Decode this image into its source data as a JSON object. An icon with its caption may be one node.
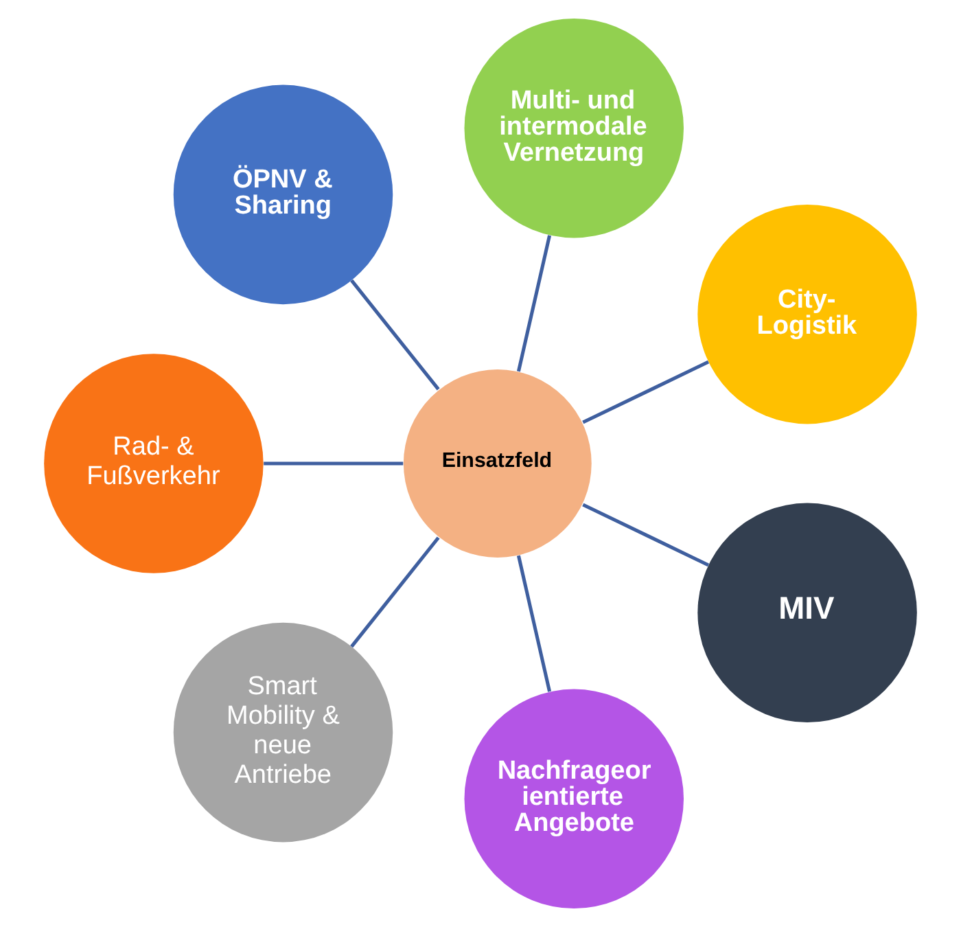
{
  "diagram": {
    "nodes": [
      {
        "text": [
          "Einsatzfeld"
        ]
      },
      {
        "text": [
          "City- Logistik"
        ]
      },
      {
        "text": [
          "Multi- und intermodale Vernetzung"
        ]
      },
      {
        "text": [
          "ÖPNV & Sharing"
        ]
      },
      {
        "text": [
          "Rad- & Fußverkehr"
        ]
      },
      {
        "text": [
          "Smart Mobility & neue Antriebe"
        ]
      },
      {
        "text": [
          "Nachfrageor ientierte Angebote"
        ]
      },
      {
        "text": [
          "MIV"
        ]
      }
    ],
    "edges": [
      {
        "from": 0,
        "to": 1,
        "arrow": "none"
      },
      {
        "from": 0,
        "to": 2,
        "arrow": "none"
      },
      {
        "from": 0,
        "to": 3,
        "arrow": "none"
      },
      {
        "from": 0,
        "to": 4,
        "arrow": "none"
      },
      {
        "from": 0,
        "to": 5,
        "arrow": "none"
      },
      {
        "from": 0,
        "to": 6,
        "arrow": "none"
      },
      {
        "from": 0,
        "to": 7,
        "arrow": "none"
      }
    ]
  }
}
